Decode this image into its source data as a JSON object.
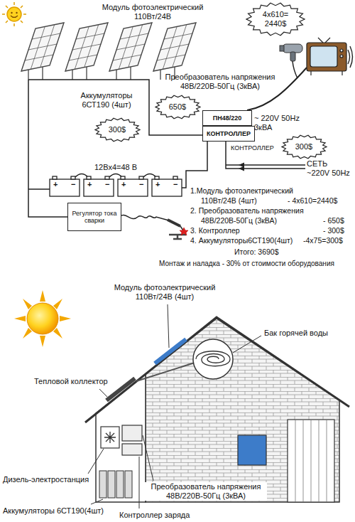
{
  "diagram": {
    "nodes": [
      {
        "text": [
          "4х610= 2440$"
        ]
      },
      {
        "text": [
          "650$"
        ]
      },
      {
        "text": [
          "300$"
        ]
      },
      {
        "text": [
          "ПН48/220"
        ]
      },
      {
        "text": [
          "КОНТРОЛЛЕР"
        ]
      },
      {
        "text": [
          "300$"
        ]
      },
      {
        "text": [
          "Регулятор тока сварки"
        ]
      }
    ],
    "labels": [
      "Модуль фотоэлектрический 110Вт/24В",
      "Преобразователь напряжения 48В/220В-50Гц (3кВА)",
      "Аккумуляторы 6СТ190 (4шт)",
      "~ 220V 50Hz 3кВА",
      "КОНТРОЛЛЕР",
      "СЕТЬ ~220V 50Hz",
      "12Вх4=48 В",
      "+",
      "−",
      "+",
      "−",
      "+",
      "−",
      "+",
      "−",
      "1.Модуль фотоэлектрический",
      "110Вт/24В (4шт)",
      "- 4х610=2440$",
      "2. Преобразователь напряжения",
      "48В/220В-50Гц (3кВА)",
      "- 650$",
      "3. Контроллер",
      "- 300$",
      "4. Аккумуляторы6СТ190(4шт)",
      "-4х75=300$",
      "Итого: 3690$",
      "Монтаж и наладка - 30% от стоимости оборудования",
      "Модуль фотоэлектрический 110Вт/24В (4шт)",
      "Бак горячей воды",
      "Тепловой коллектор",
      "Дизель-электростанция",
      "Преобразователь напряжения 48В/220В-50Гц (3кВА)",
      "Аккумуляторы 6СТ190(4шт)",
      "Контроллер заряда"
    ]
  }
}
